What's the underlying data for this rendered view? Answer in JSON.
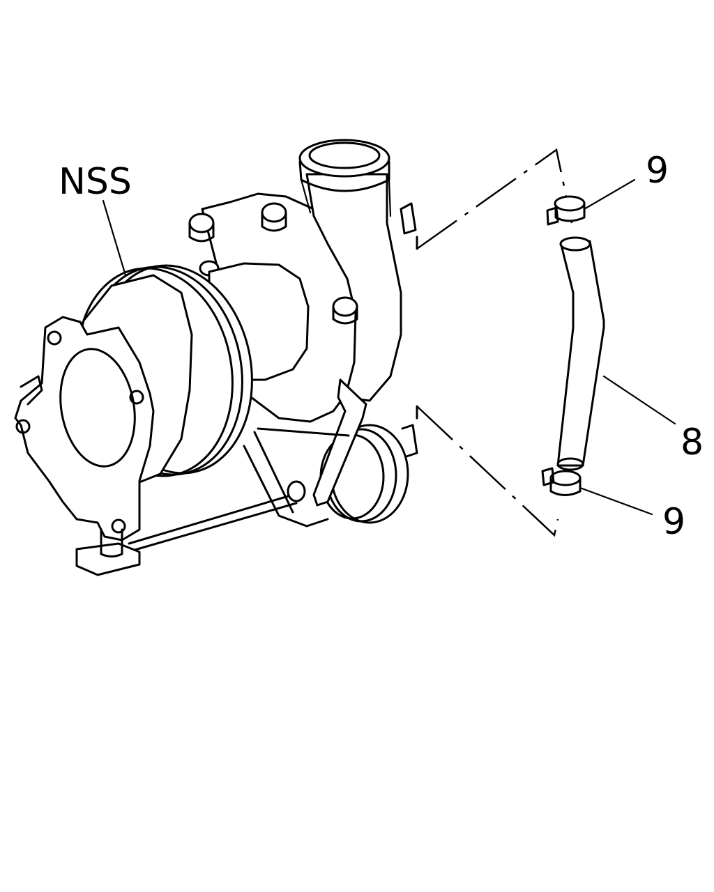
{
  "labels": {
    "nss": "NSS",
    "clamp_top": "9",
    "hose": "8",
    "clamp_bottom": "9"
  },
  "colors": {
    "line": "#000000",
    "background": "#ffffff"
  }
}
